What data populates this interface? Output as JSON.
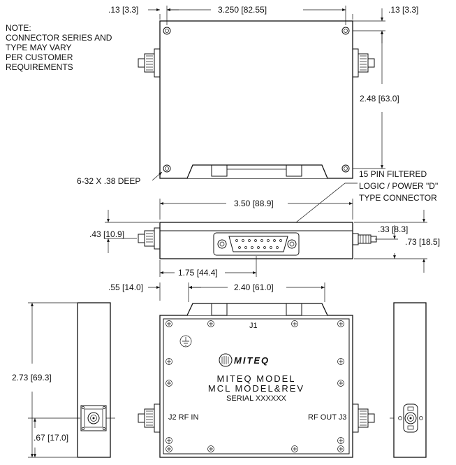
{
  "note": [
    "NOTE:",
    "CONNECTOR SERIES AND",
    "TYPE MAY VARY",
    "PER CUSTOMER",
    "REQUIREMENTS"
  ],
  "dims": {
    "top_left_offset": ".13 [3.3]",
    "top_right_offset": ".13 [3.3]",
    "top_width": "3.250 [82.55]",
    "top_height": "2.48 [63.0]",
    "hole_callout": "6-32 X .38 DEEP",
    "side_length": "3.50 [88.9]",
    "side_height_left": ".43 [10.9]",
    "side_conn_offset": ".33 [8.3]",
    "side_height_right": ".73 [18.5]",
    "side_center": "1.75 [44.4]",
    "front_left_offset": ".55 [14.0]",
    "front_span": "2.40 [61.0]",
    "end_height": "2.73 [69.3]",
    "end_conn_height": ".67 [17.0]"
  },
  "connector_callout": [
    "15 PIN FILTERED",
    "LOGIC / POWER \"D\"",
    "TYPE CONNECTOR"
  ],
  "front_labels": {
    "j1": "J1",
    "j2": "J2 RF IN",
    "j3": "RF OUT J3",
    "logo": "MITEQ",
    "model": "MITEQ MODEL",
    "mcl_model": "MCL MODEL&REV",
    "serial": "SERIAL XXXXXX"
  }
}
